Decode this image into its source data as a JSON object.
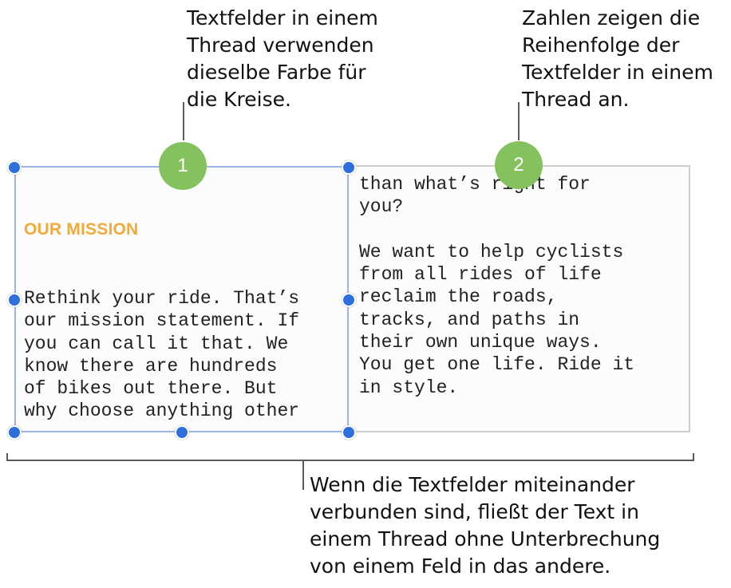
{
  "callouts": {
    "thread_color": [
      "Textfelder in einem",
      "Thread verwenden",
      "dieselbe Farbe für",
      "die Kreise."
    ],
    "numbers_order": [
      "Zahlen zeigen die",
      "Reihenfolge der",
      "Textfelder in einem",
      "Thread an."
    ],
    "linked_flow": [
      "Wenn die Textfelder miteinander",
      "verbunden sind, fließt der Text in",
      "einem Thread ohne Unterbrechung",
      "von einem Feld in das andere."
    ]
  },
  "textbox_1": {
    "heading": "OUR MISSION",
    "body": "Rethink your ride. That’s\nour mission statement. If\nyou can call it that. We\nknow there are hundreds\nof bikes out there. But\nwhy choose anything other"
  },
  "textbox_2": {
    "body": "than what’s right for\nyou?\n\nWe want to help cyclists\nfrom all rides of life\nreclaim the roads,\ntracks, and paths in\ntheir own unique ways.\nYou get one life. Ride it\nin style."
  },
  "badges": {
    "first": "1",
    "second": "2"
  },
  "colors": {
    "thread_circle": "#86c15f",
    "selection_border": "#9db4e6",
    "handle": "#2f6fdd",
    "heading": "#f2ab37",
    "inactive_border": "#cfcfcf"
  }
}
